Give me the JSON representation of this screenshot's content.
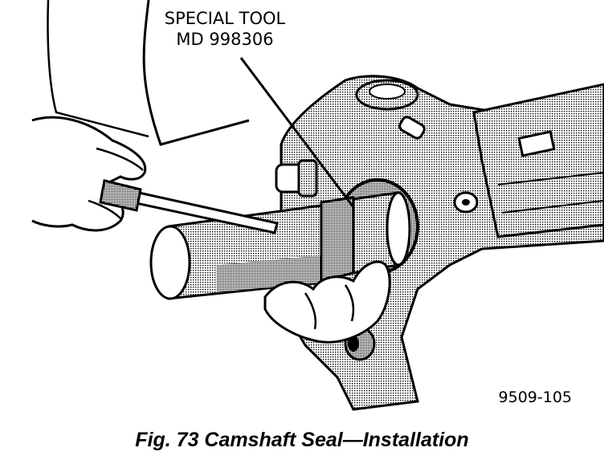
{
  "callout": {
    "line1": "SPECIAL TOOL",
    "line2": "MD 998306"
  },
  "figure_number": "9509-105",
  "caption": "Fig. 73 Camshaft Seal—Installation"
}
